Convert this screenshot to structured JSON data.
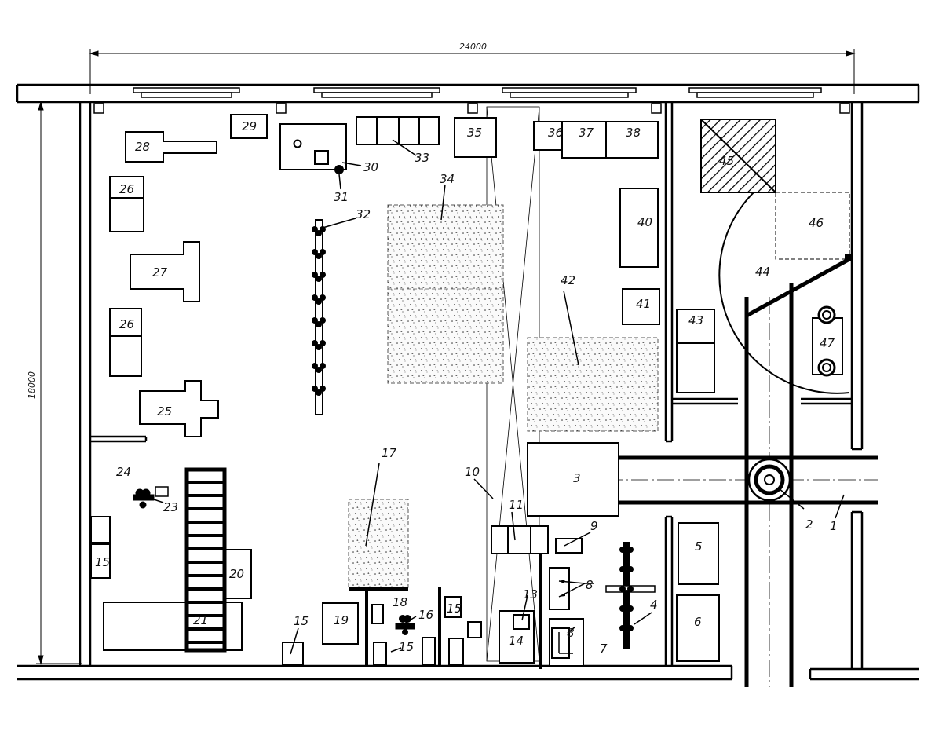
{
  "dimensions": {
    "width": "24000",
    "height": "18000"
  },
  "labels": {
    "l1": "1",
    "l2": "2",
    "l3": "3",
    "l4": "4",
    "l5": "5",
    "l6": "6",
    "l7": "7",
    "l8a": "8",
    "l8b": "8",
    "l9": "9",
    "l10": "10",
    "l11": "11",
    "l13": "13",
    "l14": "14",
    "l15a": "15",
    "l15b": "15",
    "l15c": "15",
    "l15d": "15",
    "l16": "16",
    "l17": "17",
    "l18": "18",
    "l19": "19",
    "l20": "20",
    "l21": "21",
    "l23": "23",
    "l24": "24",
    "l25": "25",
    "l26a": "26",
    "l26b": "26",
    "l27": "27",
    "l28": "28",
    "l29": "29",
    "l30": "30",
    "l31": "31",
    "l32": "32",
    "l33": "33",
    "l34": "34",
    "l35": "35",
    "l36": "36",
    "l37": "37",
    "l38": "38",
    "l40": "40",
    "l41": "41",
    "l42": "42",
    "l43": "43",
    "l44": "44",
    "l45": "45",
    "l46": "46",
    "l47": "47"
  }
}
